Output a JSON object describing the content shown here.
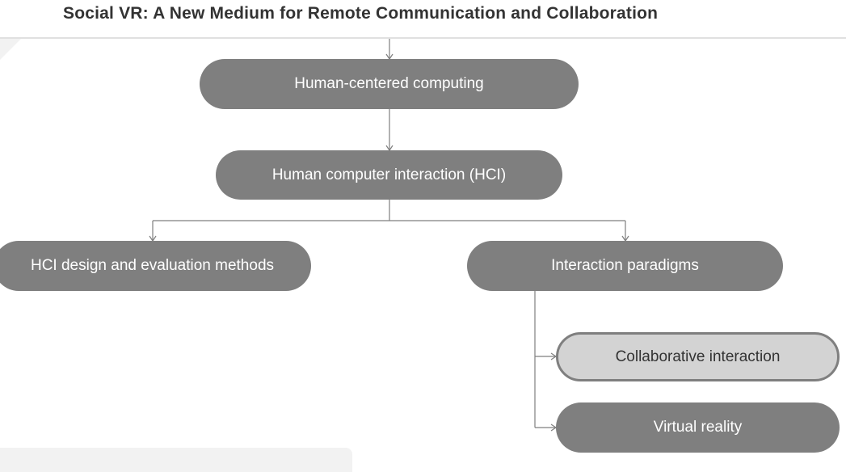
{
  "title": "Social VR: A New Medium for Remote Communication and Collaboration",
  "nodes": {
    "hcc": "Human-centered computing",
    "hci": "Human computer interaction (HCI)",
    "design": "HCI design and evaluation methods",
    "paradigms": "Interaction paradigms",
    "collab": "Collaborative interaction",
    "vr": "Virtual reality"
  },
  "selected_node": "collab",
  "colors": {
    "node_fill": "#7f7f7f",
    "selected_fill": "#d3d3d3",
    "connector": "#7f7f7f"
  }
}
